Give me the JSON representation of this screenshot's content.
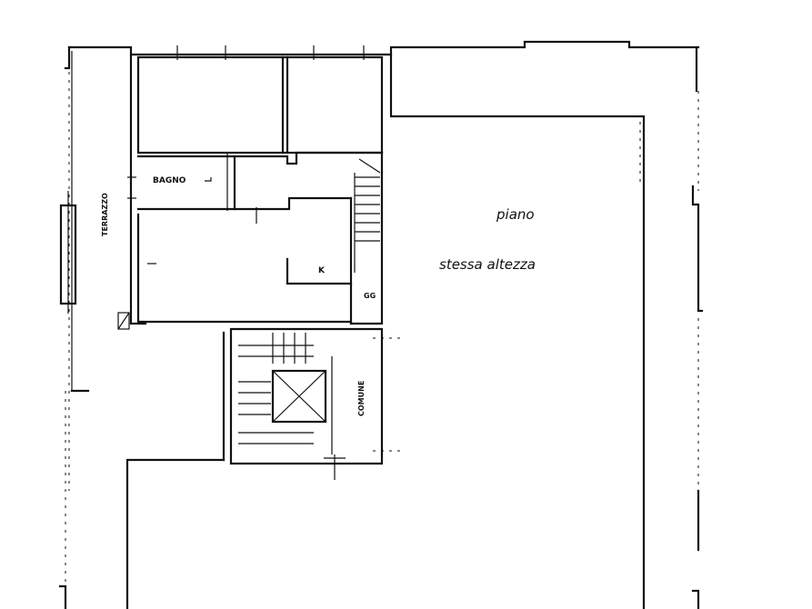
{
  "labels": {
    "left_strip": "TERRAZZO",
    "bathroom": "BAGNO",
    "kitchen": "K",
    "stair_mark": "GG",
    "common": "COMUNE",
    "piano": "piano",
    "altezza": "stessa altezza"
  }
}
